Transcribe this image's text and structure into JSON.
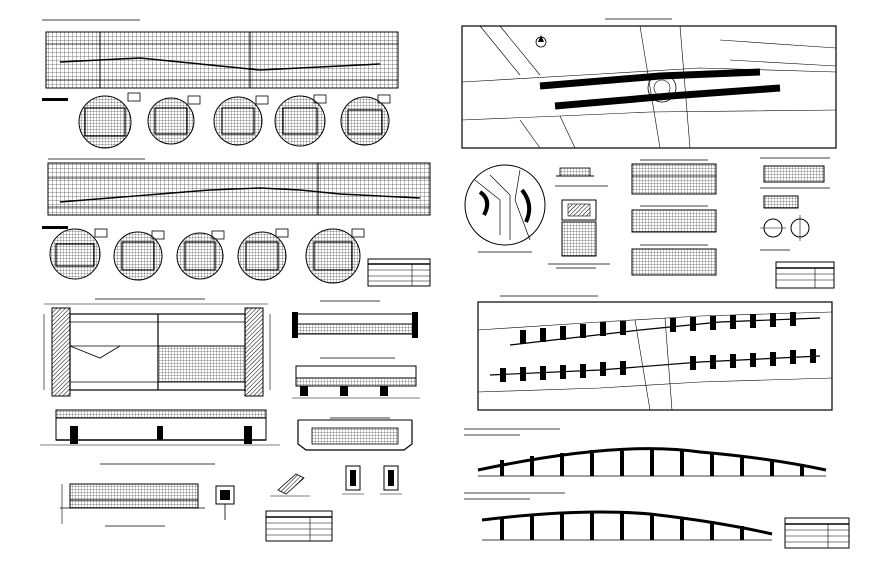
{
  "sheet": {
    "ink_color": "#000000",
    "background": "#ffffff"
  },
  "blocks": {
    "long_section_top": {
      "title": "",
      "subtitle": ""
    },
    "details_row_1": {
      "count": 5
    },
    "long_section_mid": {
      "title": ""
    },
    "details_row_2": {
      "count": 5
    },
    "slab_plan": {
      "title": "",
      "scale": ""
    },
    "slab_elevation": {
      "title": ""
    },
    "section_column": {
      "title": ""
    },
    "section_1_1": {
      "title": ""
    },
    "section_bearing": {
      "title": ""
    },
    "armor_detail": {
      "title": ""
    },
    "site_plan": {
      "title": ""
    },
    "circle_plan_detail": {
      "title": ""
    },
    "section_a_a": {
      "title": ""
    },
    "section_b_b": {
      "title": ""
    },
    "section_c_c": {
      "title": ""
    },
    "pile_plan": {
      "title": ""
    },
    "elevation_axis_1": {
      "title": ""
    },
    "elevation_axis_2": {
      "title": ""
    }
  },
  "title_blocks": [
    {
      "id": "tb-1",
      "text": ""
    },
    {
      "id": "tb-2",
      "text": ""
    },
    {
      "id": "tb-3",
      "text": ""
    },
    {
      "id": "tb-4",
      "text": ""
    }
  ],
  "icons": {
    "north_arrow": "north-arrow-icon"
  }
}
